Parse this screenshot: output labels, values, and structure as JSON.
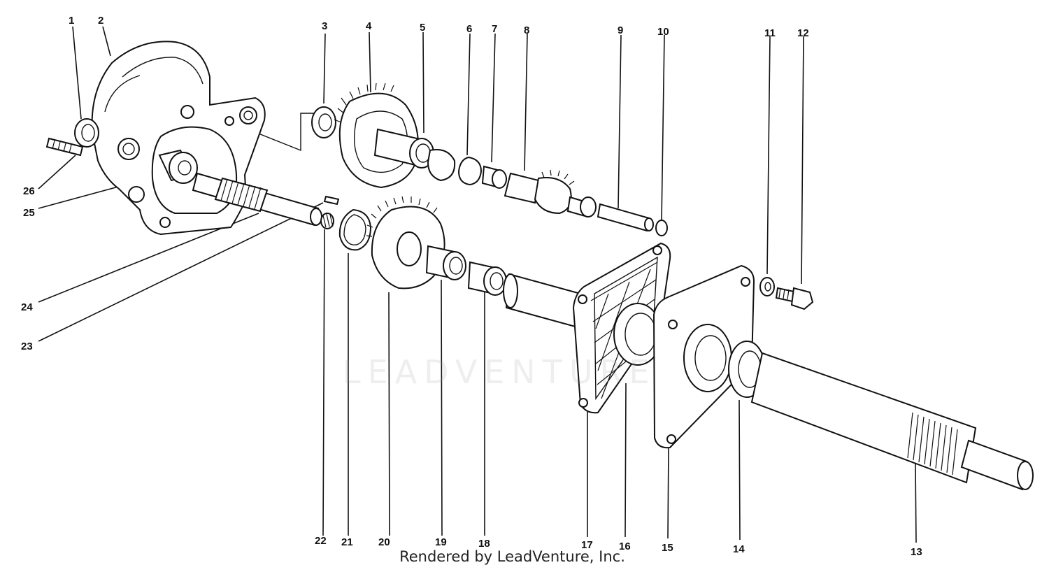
{
  "diagram": {
    "part_numbers": [
      "1",
      "2",
      "3",
      "4",
      "5",
      "6",
      "7",
      "8",
      "9",
      "10",
      "11",
      "12",
      "13",
      "14",
      "15",
      "16",
      "17",
      "18",
      "19",
      "20",
      "21",
      "22",
      "23",
      "24",
      "25",
      "26"
    ]
  },
  "watermark": {
    "text": "LEADVENTURE"
  },
  "footer": {
    "caption": "Rendered by LeadVenture, Inc."
  }
}
